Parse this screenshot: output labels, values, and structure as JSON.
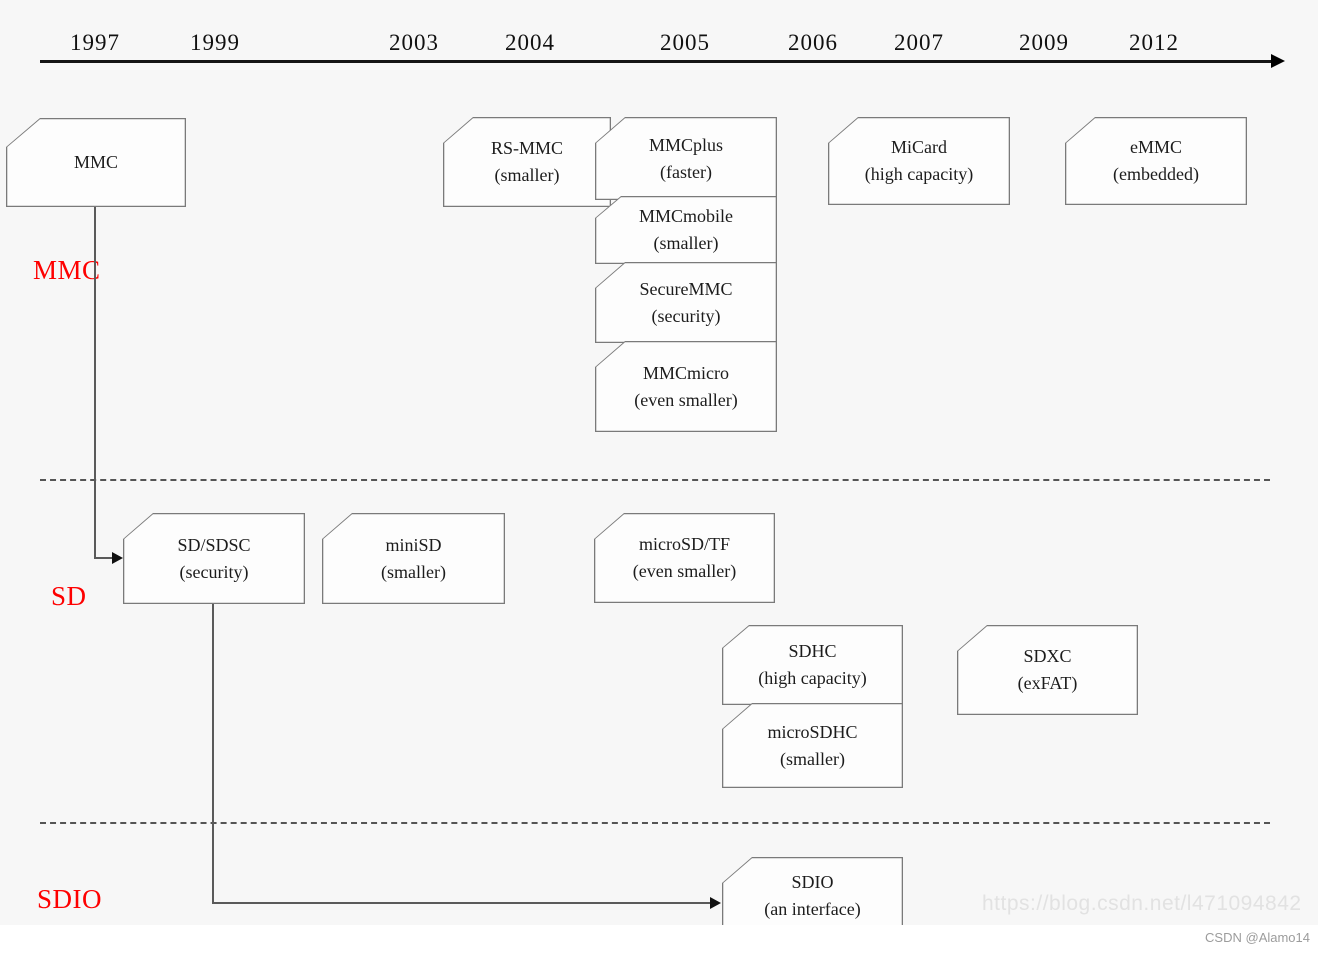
{
  "timeline": {
    "years": [
      "1997",
      "1999",
      "2003",
      "2004",
      "2005",
      "2006",
      "2007",
      "2009",
      "2012"
    ]
  },
  "bands": {
    "mmc_label": "MMC",
    "sd_label": "SD",
    "sdio_label": "SDIO"
  },
  "cards": {
    "mmc": {
      "name": "MMC",
      "sub": ""
    },
    "rsmmc": {
      "name": "RS-MMC",
      "sub": "(smaller)"
    },
    "mmcplus": {
      "name": "MMCplus",
      "sub": "(faster)"
    },
    "mmcmobile": {
      "name": "MMCmobile",
      "sub": "(smaller)"
    },
    "securemmc": {
      "name": "SecureMMC",
      "sub": "(security)"
    },
    "mmcmicro": {
      "name": "MMCmicro",
      "sub": "(even smaller)"
    },
    "micard": {
      "name": "MiCard",
      "sub": "(high capacity)"
    },
    "emmc": {
      "name": "eMMC",
      "sub": "(embedded)"
    },
    "sdsdsc": {
      "name": "SD/SDSC",
      "sub": "(security)"
    },
    "minisd": {
      "name": "miniSD",
      "sub": "(smaller)"
    },
    "microsdtf": {
      "name": "microSD/TF",
      "sub": "(even smaller)"
    },
    "sdhc": {
      "name": "SDHC",
      "sub": "(high capacity)"
    },
    "microsdhc": {
      "name": "microSDHC",
      "sub": "(smaller)"
    },
    "sdxc": {
      "name": "SDXC",
      "sub": "(exFAT)"
    },
    "sdio": {
      "name": "SDIO",
      "sub": "(an interface)"
    }
  },
  "watermark": {
    "url": "https://blog.csdn.net/l471094842",
    "credit": "CSDN @Alamo14"
  },
  "colors": {
    "background": "#f7f7f7",
    "band_label": "#fe0000",
    "card_border": "#7a7a7a",
    "card_fill": "#fdfdfd",
    "axis": "#151515"
  }
}
